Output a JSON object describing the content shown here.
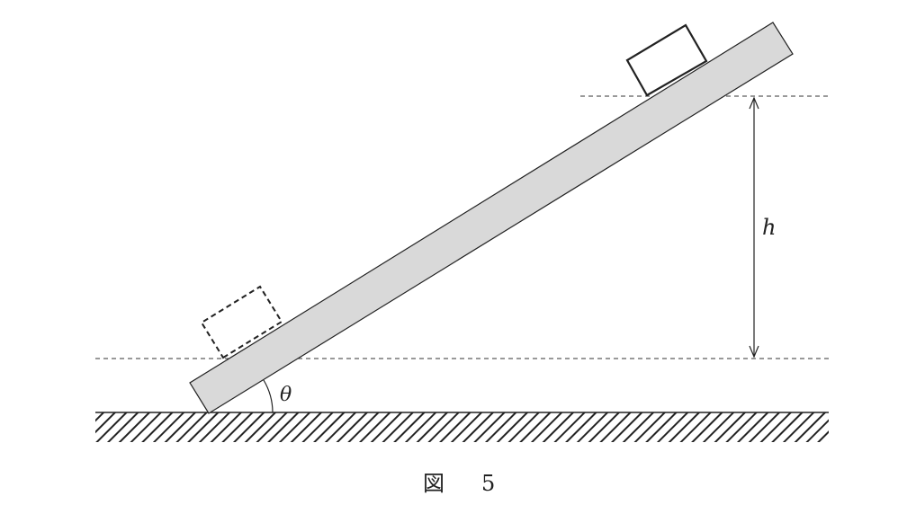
{
  "diagram": {
    "labels": {
      "height": "h",
      "angle": "θ",
      "caption_kanji": "図",
      "caption_number": "5"
    },
    "colors": {
      "ramp_fill": "#d9d9d9",
      "stroke": "#222222",
      "background": "#ffffff"
    }
  }
}
